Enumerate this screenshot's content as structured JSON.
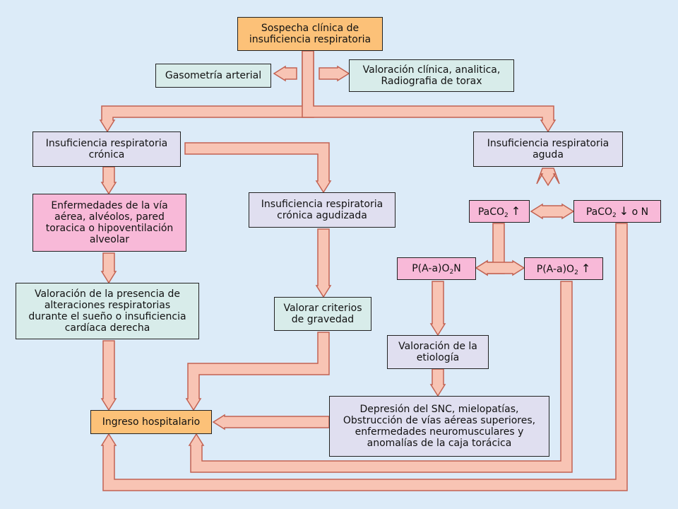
{
  "colors": {
    "background": "#dcebf8",
    "arrow_fill": "#f8c4b4",
    "arrow_stroke": "#c26252",
    "box_orange": "#fcc178",
    "box_teal": "#d8ecea",
    "box_lavender": "#e0dff0",
    "box_pink": "#f8b9d8"
  },
  "nodes": {
    "sospecha": "Sospecha clínica de\ninsuficiencia respiratoria",
    "gasometria": "Gasometría arterial",
    "valoracion_clinica": "Valoración clínica, analitica,\nRadiografia de torax",
    "cronica": "Insuficiencia respiratoria\ncrónica",
    "aguda": "Insuficiencia respiratoria\naguda",
    "enfermedades": "Enfermedades de la vía\naérea, alvéolos, pared\ntoracica o hipoventilación\nalveolar",
    "cronica_agudizada": "Insuficiencia respiratoria\ncrónica agudizada",
    "valoracion_sueno": "Valoración de la presencia de\nalteraciones respiratorias\ndurante el sueño o insuficiencia\ncardíaca derecha",
    "criterios": "Valorar criterios\nde gravedad",
    "paco2_high": {
      "main": "PaCO",
      "sub": "2",
      "arrow": "↑"
    },
    "paco2_low": {
      "main": "PaCO",
      "sub": "2",
      "arrow": "↓",
      "suffix": "o N"
    },
    "paao2_n": {
      "main": "P(A-a)O",
      "sub": "2",
      "suffix": "N"
    },
    "paao2_high": {
      "main": "P(A-a)O",
      "sub": "2",
      "arrow": "↑"
    },
    "etiologia": "Valoración de la\netiología",
    "depresion": "Depresión del SNC, mielopatías,\nObstrucción de vías aéreas superiores,\nenfermedades neuromusculares y\nanomalías de la caja torácica",
    "ingreso": "Ingreso hospitalario"
  }
}
